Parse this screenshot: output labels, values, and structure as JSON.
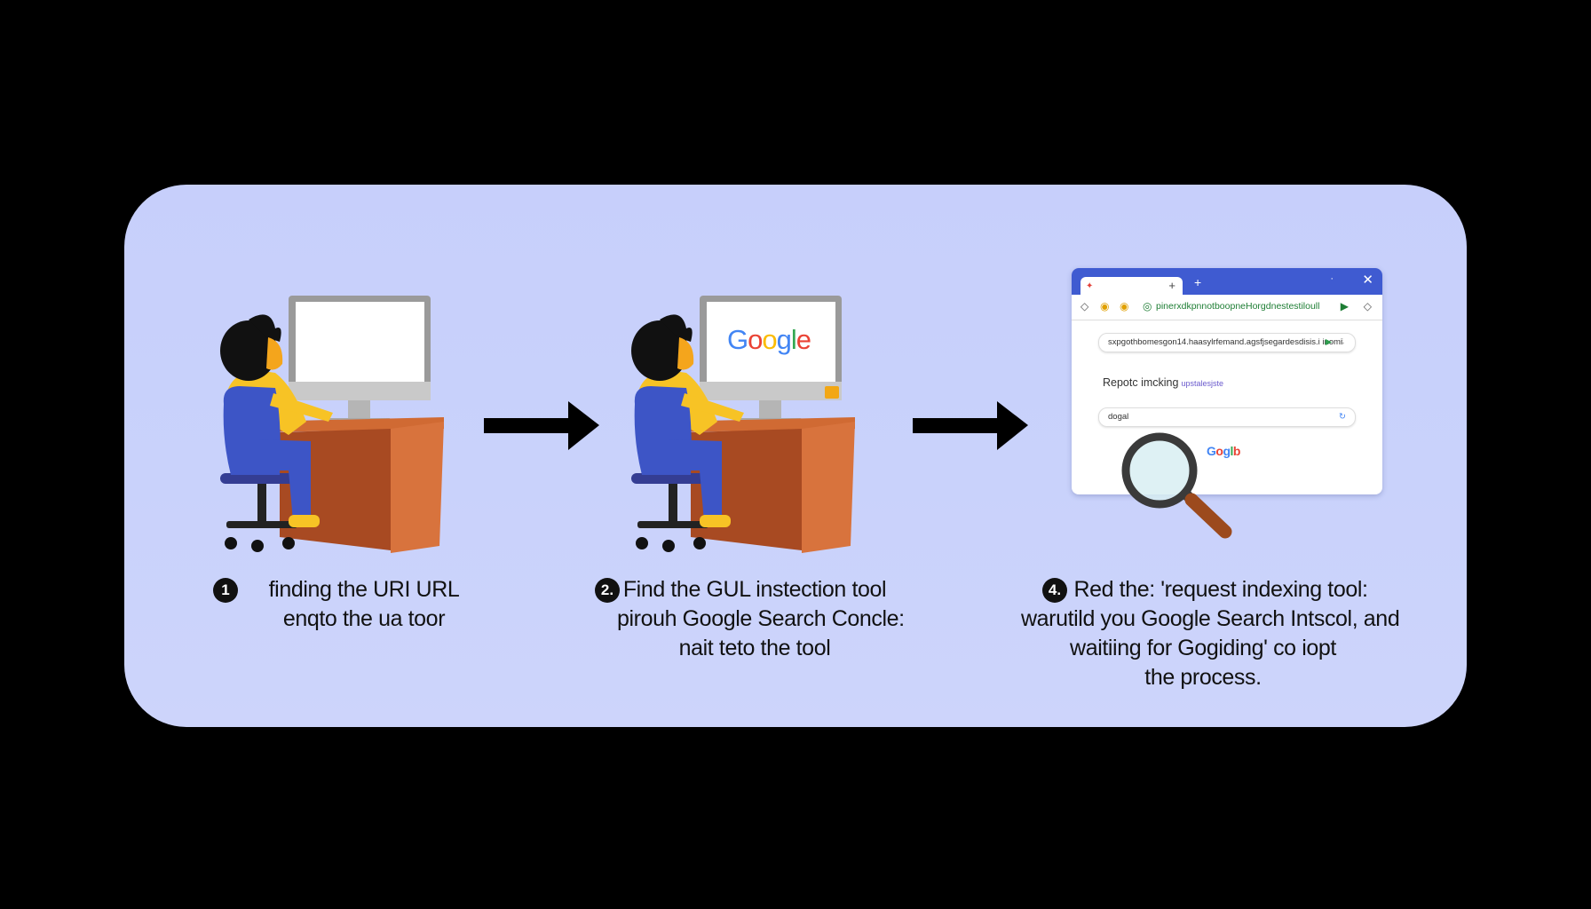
{
  "steps": [
    {
      "number": "1",
      "lines": [
        "finding the URI URL",
        "enqto the ua toor"
      ]
    },
    {
      "number": "2.",
      "lines": [
        "Find the GUL instection tool",
        "pirouh Google Search Concle:",
        "nait teto the tool"
      ]
    },
    {
      "number": "4.",
      "lines": [
        "Red the:   'request indexing tool:",
        "warutild you Google Search Intscol,  and",
        "waitiing for Gogiding' co iopt",
        "the process."
      ]
    }
  ],
  "monitor2_logo": [
    "G",
    "o",
    "o",
    "g",
    "l",
    "e"
  ],
  "browser": {
    "address": "pinerxdkpnnotboopneHorgdnestestiloull",
    "field1": "sxpgothbomesgon14.haasylrfemand.agsfjsegardesdisis.i inomi",
    "label": "Repotc imcking",
    "label_small": "upstalesjste",
    "field2": "dogal",
    "logo": [
      "G",
      "o",
      "g",
      "l",
      "b"
    ]
  },
  "colors": {
    "panel": "#c9d1fb",
    "accent": "#3f5bd1",
    "shirt": "#f7c325",
    "overalls": "#3d55c6",
    "desk": "#b8532b"
  }
}
